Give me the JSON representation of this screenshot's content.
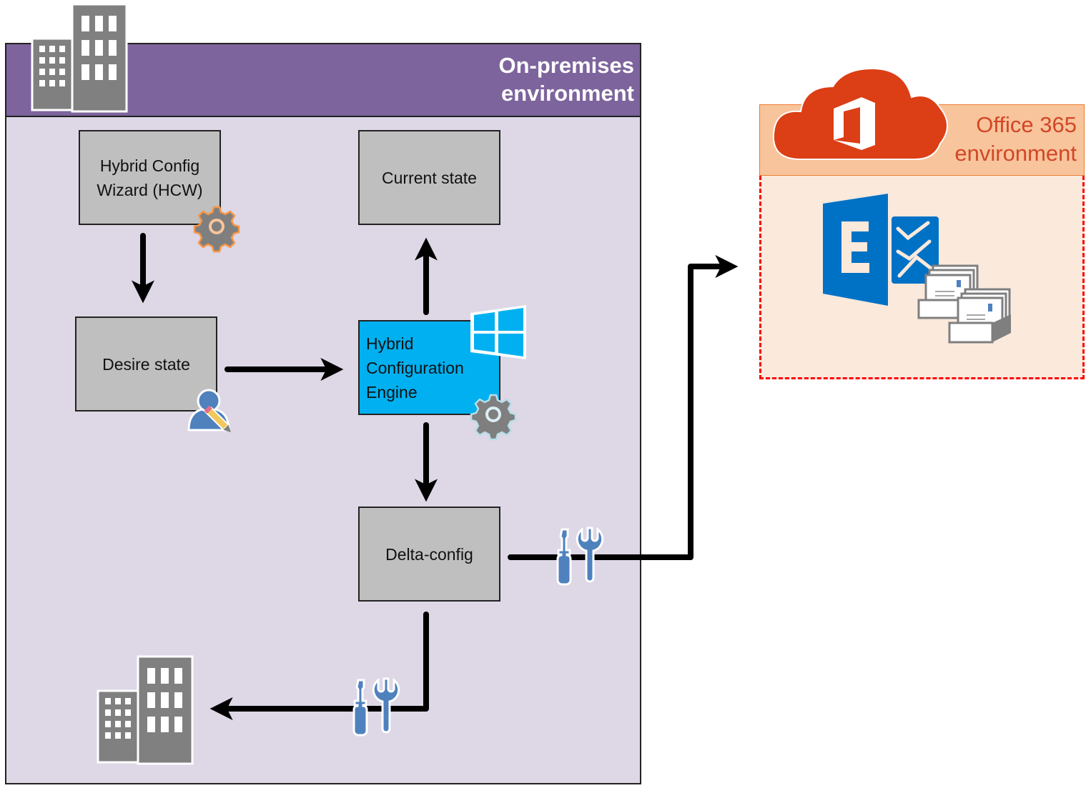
{
  "on_premises": {
    "title": "On-premises\nenvironment",
    "header_color": "#7d649c",
    "body_color": "#ddd7e6"
  },
  "office365": {
    "title": "Office 365\nenvironment",
    "header_color": "#f8c49c",
    "body_color": "#fbe9dc",
    "title_color": "#d24726",
    "border_color": "#ff0000"
  },
  "nodes": {
    "hcw": {
      "label": "Hybrid Config\nWizard (HCW)",
      "icon": "gear-icon"
    },
    "current_state": {
      "label": "Current state"
    },
    "desire_state": {
      "label": "Desire state",
      "icon": "user-edit-icon"
    },
    "engine": {
      "label": "Hybrid\nConfiguration\nEngine",
      "icons": [
        "windows-logo-icon",
        "gear-icon"
      ],
      "color": "#00b0f0"
    },
    "delta_config": {
      "label": "Delta-config",
      "icon": "tools-icon"
    }
  },
  "edges": [
    {
      "from": "hcw",
      "to": "desire_state"
    },
    {
      "from": "desire_state",
      "to": "engine"
    },
    {
      "from": "engine",
      "to": "current_state"
    },
    {
      "from": "engine",
      "to": "delta_config"
    },
    {
      "from": "delta_config",
      "to": "office365",
      "icon": "tools-icon"
    },
    {
      "from": "delta_config",
      "to": "on_premises_buildings",
      "icon": "tools-icon"
    }
  ],
  "icons": {
    "office_logo": "office-logo-icon",
    "exchange_logo": "exchange-logo-icon",
    "mailboxes": "mailbox-icon",
    "buildings": "buildings-icon"
  }
}
